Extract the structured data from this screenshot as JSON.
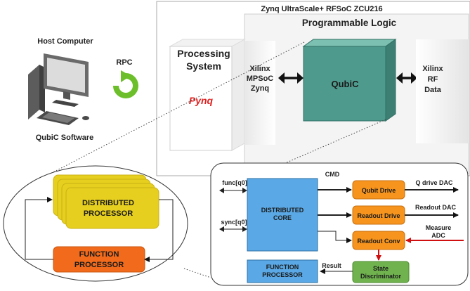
{
  "host": {
    "title": "Host Computer",
    "rpc": "RPC",
    "software": "QubiC Software"
  },
  "board": {
    "title": "Zynq UltraScale+ RFSoC ZCU216",
    "pl_title": "Programmable Logic",
    "ps_line1": "Processing",
    "ps_line2": "System",
    "pynq": "Pynq",
    "mpsoc_line1": "Xilinx",
    "mpsoc_line2": "MPSoC",
    "mpsoc_line3": "Zynq",
    "qubic": "QubiC",
    "rf_line1": "Xilinx",
    "rf_line2": "RF",
    "rf_line3": "Data"
  },
  "left_detail": {
    "dp_line1": "DISTRIBUTED",
    "dp_line2": "PROCESSOR",
    "fp_line1": "FUNCTION",
    "fp_line2": "PROCESSOR"
  },
  "right_detail": {
    "cmd": "CMD",
    "func": "func[q0]",
    "sync": "sync[q0]",
    "core_line1": "DISTRIBUTED",
    "core_line2": "CORE",
    "qubit_drive": "Qubit Drive",
    "readout_drive": "Readout Drive",
    "readout_conv": "Readout Conv",
    "q_drive_dac": "Q drive DAC",
    "readout_dac": "Readout DAC",
    "measure": "Measure",
    "adc": "ADC",
    "fp_line1": "FUNCTION",
    "fp_line2": "PROCESSOR",
    "result": "Result",
    "sd_line1": "State",
    "sd_line2": "Discriminator"
  },
  "colors": {
    "qubic_fill": "#4e9a8c",
    "orange_block": "#f7941d",
    "function_orange": "#f26a1b",
    "dp_yellow": "#e6cf1e",
    "core_blue": "#5aa9e6",
    "state_green": "#6fb24e",
    "pynq_red": "#e02020",
    "measure_red": "#d01010"
  }
}
